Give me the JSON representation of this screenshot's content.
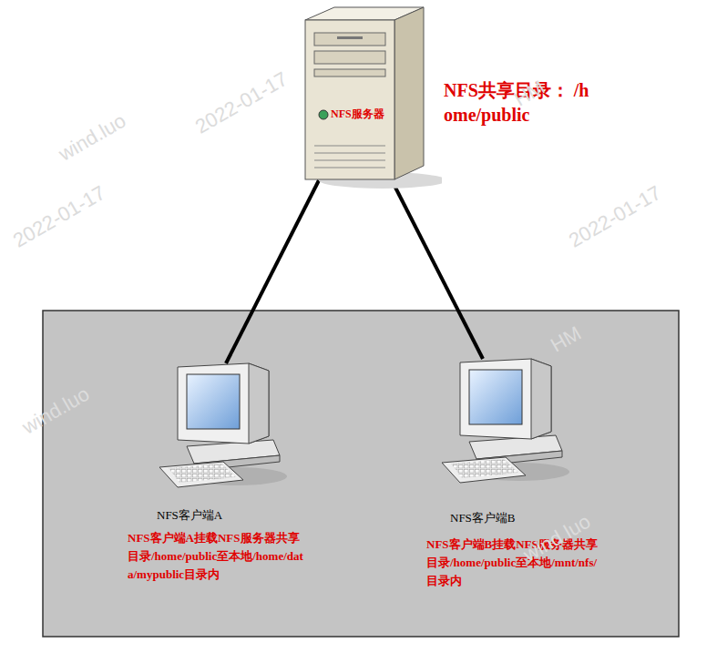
{
  "diagram": {
    "nodes": [
      {
        "text": [
          "NFS服务器",
          "NFS共享目录： /home/public"
        ]
      },
      {
        "text": [
          "NFS客户端A",
          "NFS客户端A挂载NFS服务器共享目录/home/public至本地/home/data/mypublic目录内"
        ]
      },
      {
        "text": [
          "NFS客户端B",
          "NFS客户端B挂载NFS服务器共享目录/home/public至本地/mnt/nfs/目录内"
        ]
      }
    ],
    "edges": [
      {
        "from": 0,
        "to": 1,
        "arrow": "none"
      },
      {
        "from": 0,
        "to": 2,
        "arrow": "none"
      }
    ],
    "labels": [
      "2022-01-17",
      "wind.luo",
      "HM",
      "2022-01-17",
      "wind.luo",
      "HM",
      "2022-01-17",
      "wind.luo"
    ]
  }
}
